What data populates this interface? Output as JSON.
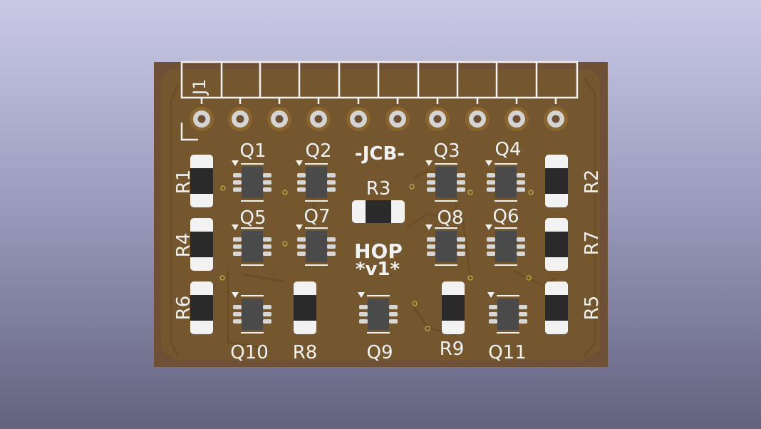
{
  "board": {
    "connector_ref": "J1",
    "logo_text": "-JCB-",
    "title": "HOP",
    "version": "*v1*"
  },
  "transistors": [
    {
      "ref": "Q1"
    },
    {
      "ref": "Q2"
    },
    {
      "ref": "Q3"
    },
    {
      "ref": "Q4"
    },
    {
      "ref": "Q5"
    },
    {
      "ref": "Q7"
    },
    {
      "ref": "Q8"
    },
    {
      "ref": "Q6"
    },
    {
      "ref": "Q10"
    },
    {
      "ref": "Q9"
    },
    {
      "ref": "Q11"
    }
  ],
  "resistors": [
    {
      "ref": "R1"
    },
    {
      "ref": "R2"
    },
    {
      "ref": "R3"
    },
    {
      "ref": "R4"
    },
    {
      "ref": "R7"
    },
    {
      "ref": "R6"
    },
    {
      "ref": "R8"
    },
    {
      "ref": "R9"
    },
    {
      "ref": "R5"
    }
  ],
  "colors": {
    "board": "#6e5036",
    "copper": "#7a5a2c",
    "silkscreen": "#f2f2f2",
    "pad": "#d7d7d7",
    "body": "#4a4a4a"
  }
}
